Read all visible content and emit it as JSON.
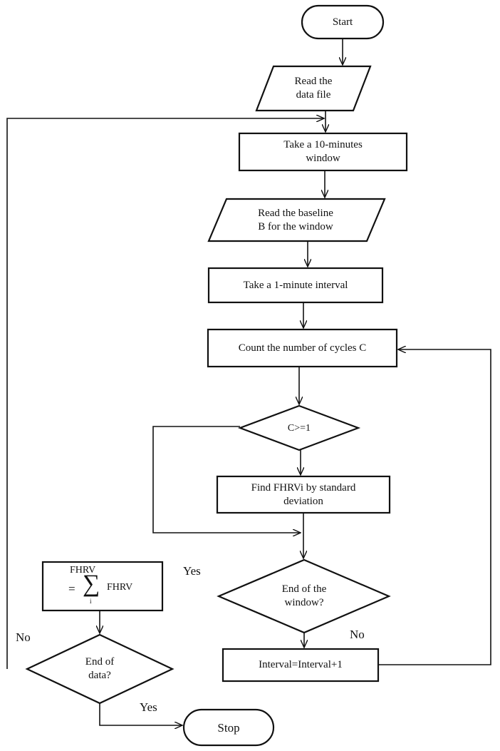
{
  "nodes": {
    "start": "Start",
    "read_file": "Read the\ndata file",
    "window10": "Take a 10-minutes\nwindow",
    "baseline": "Read the baseline\nB for the window",
    "interval1": "Take a 1-minute interval",
    "count": "Count the number of cycles C",
    "cond_c": "C>=1",
    "find_fhrvi": "Find FHRVi by standard\ndeviation",
    "end_window": "End of the\nwindow?",
    "interval_inc": "Interval=Interval+1",
    "sum_head": "FHRV",
    "sum_eq": "=",
    "sum_sigma": "∑",
    "sum_sub": "i",
    "sum_term": "FHRV",
    "end_data": "End of\ndata?",
    "stop": "Stop"
  },
  "edge_labels": {
    "yes_window": "Yes",
    "no_window": "No",
    "no_data": "No",
    "yes_data": "Yes"
  }
}
